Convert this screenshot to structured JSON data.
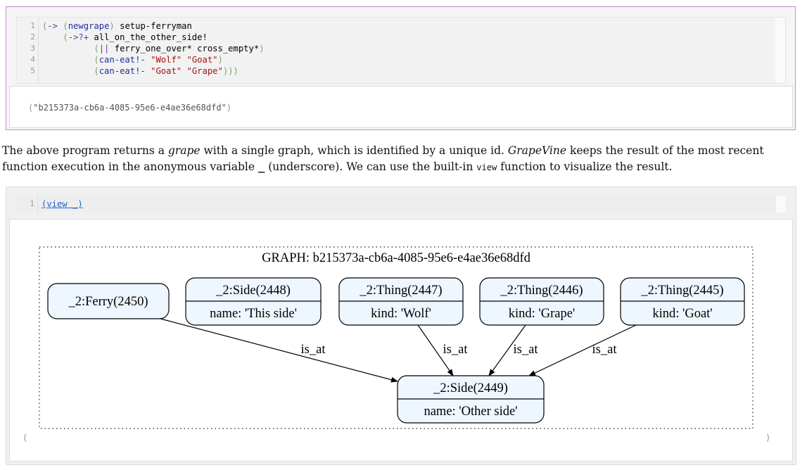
{
  "cell1": {
    "line_numbers": [
      "1",
      "2",
      "3",
      "4",
      "5"
    ],
    "lines": [
      [
        {
          "t": "(",
          "c": "c-gpar"
        },
        {
          "t": "->",
          "c": "c-purple"
        },
        {
          "t": " ",
          "c": ""
        },
        {
          "t": "(",
          "c": "c-gpar"
        },
        {
          "t": "newgrape",
          "c": "c-blue"
        },
        {
          "t": ")",
          "c": "c-gpar"
        },
        {
          "t": " setup-ferryman",
          "c": ""
        }
      ],
      [
        {
          "t": "    ",
          "c": ""
        },
        {
          "t": "(",
          "c": "c-gpar"
        },
        {
          "t": "->?+",
          "c": "c-purple"
        },
        {
          "t": " all_on_the_other_side!",
          "c": ""
        }
      ],
      [
        {
          "t": "          ",
          "c": ""
        },
        {
          "t": "(",
          "c": "c-gpar"
        },
        {
          "t": "||",
          "c": "c-purple"
        },
        {
          "t": " ferry_one_over* cross_empty*",
          "c": ""
        },
        {
          "t": ")",
          "c": "c-gpar"
        }
      ],
      [
        {
          "t": "          ",
          "c": ""
        },
        {
          "t": "(",
          "c": "c-gpar"
        },
        {
          "t": "can-eat!-",
          "c": "c-blue"
        },
        {
          "t": " ",
          "c": ""
        },
        {
          "t": "\"Wolf\"",
          "c": "c-str"
        },
        {
          "t": " ",
          "c": ""
        },
        {
          "t": "\"Goat\"",
          "c": "c-str"
        },
        {
          "t": ")",
          "c": "c-gpar"
        }
      ],
      [
        {
          "t": "          ",
          "c": ""
        },
        {
          "t": "(",
          "c": "c-gpar"
        },
        {
          "t": "can-eat!-",
          "c": "c-blue"
        },
        {
          "t": " ",
          "c": ""
        },
        {
          "t": "\"Goat\"",
          "c": "c-str"
        },
        {
          "t": " ",
          "c": ""
        },
        {
          "t": "\"Grape\"",
          "c": "c-str"
        },
        {
          "t": ")))",
          "c": "c-gpar"
        }
      ]
    ],
    "output_open": "(",
    "output_value": "\"b215373a-cb6a-4085-95e6-e4ae36e68dfd\"",
    "output_close": ")"
  },
  "paragraph": {
    "p1": "The above program returns a ",
    "grape": "grape",
    "p2": " with a single graph, which is identified by a unique id. ",
    "grapevine": "GrapeVine",
    "p3": " keeps the result of the most recent function execution in the anonymous variable ",
    "underscore": "_",
    "p4": " (underscore). We can use the built-in ",
    "view": "view",
    "p5": " function to visualize the result."
  },
  "cell2": {
    "line_number": "1",
    "code_open": "(",
    "code_fn": "view",
    "code_arg": "_",
    "code_close": ")",
    "out_open": "(",
    "out_close": ")"
  },
  "graph": {
    "title": "GRAPH: b215373a-cb6a-4085-95e6-e4ae36e68dfd",
    "nodes": [
      {
        "id": "ferry",
        "header": "_2:Ferry(2450)",
        "prop": ""
      },
      {
        "id": "side2448",
        "header": "_2:Side(2448)",
        "prop": "name: 'This side'"
      },
      {
        "id": "thing2447",
        "header": "_2:Thing(2447)",
        "prop": "kind: 'Wolf'"
      },
      {
        "id": "thing2446",
        "header": "_2:Thing(2446)",
        "prop": "kind: 'Grape'"
      },
      {
        "id": "thing2445",
        "header": "_2:Thing(2445)",
        "prop": "kind: 'Goat'"
      },
      {
        "id": "side2449",
        "header": "_2:Side(2449)",
        "prop": "name: 'Other side'"
      }
    ],
    "edges": [
      {
        "from": "ferry",
        "to": "side2449",
        "label": "is_at"
      },
      {
        "from": "thing2447",
        "to": "side2449",
        "label": "is_at"
      },
      {
        "from": "thing2446",
        "to": "side2449",
        "label": "is_at"
      },
      {
        "from": "thing2445",
        "to": "side2449",
        "label": "is_at"
      }
    ],
    "node_fill": "#eef6ff",
    "stroke": "#000000"
  }
}
